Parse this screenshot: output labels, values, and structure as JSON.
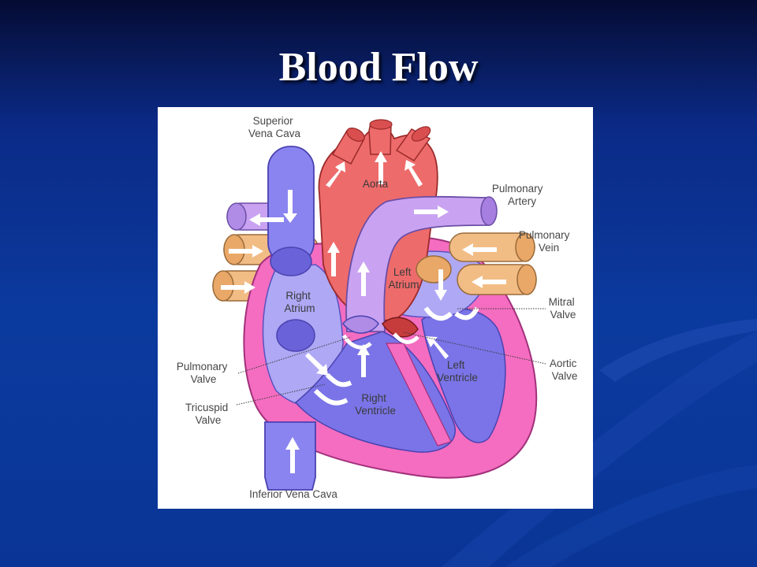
{
  "slide": {
    "title": "Blood Flow"
  },
  "colors": {
    "background": "#0b3a9e",
    "aorta": "#ee6b6b",
    "vena_cava": "#8a84f0",
    "pulmonary_artery": "#c9a3f2",
    "pulmonary_vein": "#f2bd85",
    "heart_wall": "#f46dc0",
    "right_chambers": "#aea8f5",
    "left_chambers": "#7a74e8"
  },
  "diagram": {
    "labels": {
      "superior_vena_cava": [
        "Superior",
        "Vena Cava"
      ],
      "aorta": [
        "Aorta"
      ],
      "pulmonary_artery": [
        "Pulmonary",
        "Artery"
      ],
      "pulmonary_vein": [
        "Pulmonary",
        "Vein"
      ],
      "left_atrium": [
        "Left",
        "Atrium"
      ],
      "right_atrium": [
        "Right",
        "Atrium"
      ],
      "mitral_valve": [
        "Mitral",
        "Valve"
      ],
      "aortic_valve": [
        "Aortic",
        "Valve"
      ],
      "pulmonary_valve": [
        "Pulmonary",
        "Valve"
      ],
      "left_ventricle": [
        "Left",
        "Ventricle"
      ],
      "tricuspid_valve": [
        "Tricuspid",
        "Valve"
      ],
      "right_ventricle": [
        "Right",
        "Ventricle"
      ],
      "inferior_vena_cava": [
        "Inferior Vena Cava"
      ]
    }
  }
}
